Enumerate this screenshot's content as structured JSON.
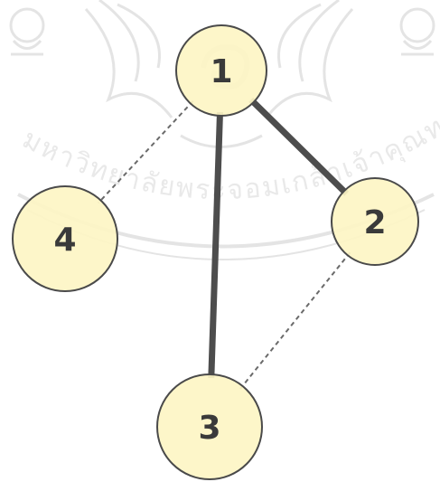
{
  "watermark": {
    "text": "มหาวิทยาลัยพระจอมเกล้าเจ้าคุณทหารลาดกระบัง",
    "color": "#d9d9d9"
  },
  "colors": {
    "node_fill": "#fdf5c4",
    "node_stroke": "#4a4a4a",
    "edge_solid": "#4d4d4d",
    "edge_dashed": "#6a6a6a"
  },
  "nodes": [
    {
      "id": "1",
      "label": "1"
    },
    {
      "id": "2",
      "label": "2"
    },
    {
      "id": "3",
      "label": "3"
    },
    {
      "id": "4",
      "label": "4"
    }
  ],
  "edges": [
    {
      "from": "1",
      "to": "2",
      "style": "solid"
    },
    {
      "from": "1",
      "to": "3",
      "style": "solid"
    },
    {
      "from": "1",
      "to": "4",
      "style": "dashed"
    },
    {
      "from": "2",
      "to": "3",
      "style": "dashed"
    }
  ]
}
